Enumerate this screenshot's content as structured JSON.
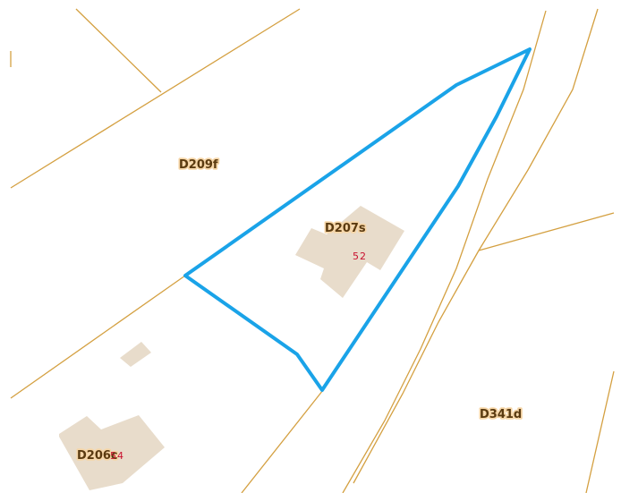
{
  "map": {
    "colors": {
      "background": "#ffffff",
      "parcel_boundary": "#d4a041",
      "building_fill": "#e8dccb",
      "selected_parcel_outline": "#1aa3e8",
      "label_text": "#5a3a10",
      "label_halo": "#f6d6a8",
      "house_number": "#c8102e"
    },
    "parcel_labels": {
      "d209f": "D209f",
      "d207s": "D207s",
      "d206c": "D206c",
      "d341d": "D341d"
    },
    "house_numbers": {
      "n52": "52",
      "n54": "54"
    }
  }
}
